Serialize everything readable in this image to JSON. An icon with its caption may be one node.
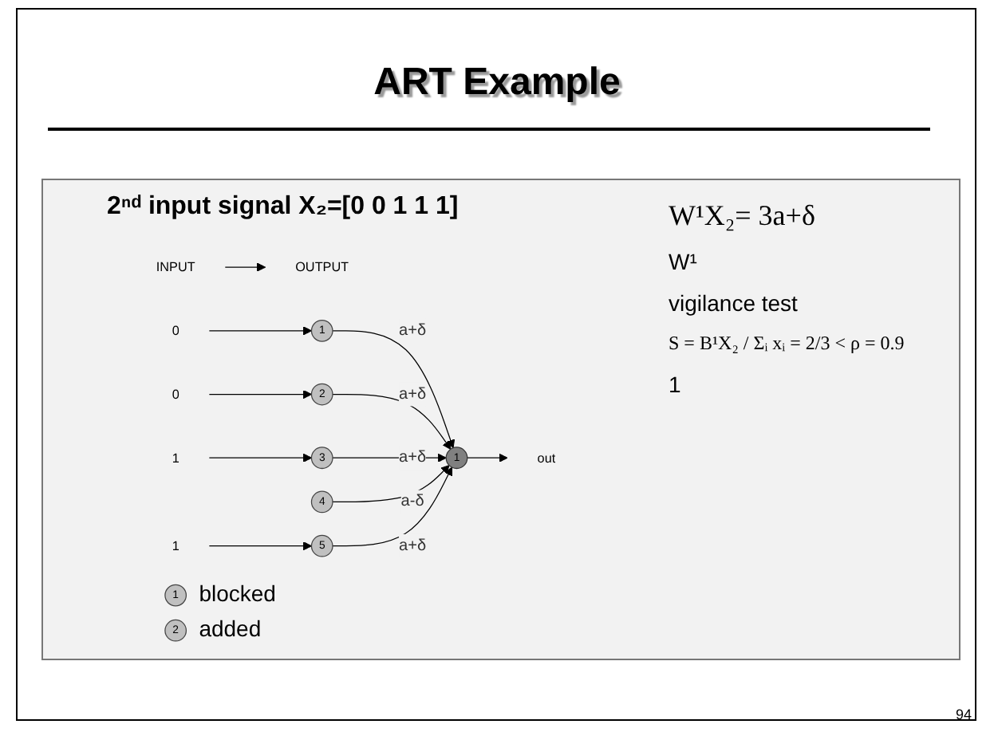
{
  "diagram": {
    "title": "ART Example",
    "nodes": [
      {
        "text": [
          "INPUT"
        ]
      },
      {
        "text": [
          "OUTPUT"
        ]
      },
      {
        "text": [
          "0"
        ]
      },
      {
        "text": [
          "0"
        ]
      },
      {
        "text": [
          "1"
        ]
      },
      {
        "text": [
          "1"
        ]
      },
      {
        "text": [
          "1"
        ]
      },
      {
        "text": [
          "2"
        ]
      },
      {
        "text": [
          "3"
        ]
      },
      {
        "text": [
          "4"
        ]
      },
      {
        "text": [
          "5"
        ]
      },
      {
        "text": [
          "1"
        ]
      },
      {
        "text": [
          "out"
        ]
      },
      {
        "text": [
          "1"
        ],
        "beside": [
          "blocked"
        ]
      },
      {
        "text": [
          "2"
        ],
        "beside": [
          "added"
        ]
      }
    ],
    "edges": [
      {
        "from": 0,
        "to": 1,
        "arrow": "to"
      },
      {
        "from": 2,
        "to": 6,
        "arrow": "to"
      },
      {
        "from": 3,
        "to": 7,
        "arrow": "to"
      },
      {
        "from": 4,
        "to": 8,
        "arrow": "to"
      },
      {
        "from": 5,
        "to": 10,
        "arrow": "to"
      },
      {
        "from": 6,
        "to": 11,
        "arrow": "to",
        "label": "a+δ"
      },
      {
        "from": 7,
        "to": 11,
        "arrow": "to",
        "label": "a+δ"
      },
      {
        "from": 8,
        "to": 11,
        "arrow": "to",
        "label": "a+δ"
      },
      {
        "from": 9,
        "to": 11,
        "arrow": "to",
        "label": "a-δ"
      },
      {
        "from": 10,
        "to": 11,
        "arrow": "to",
        "label": "a+δ"
      },
      {
        "from": 11,
        "to": 12,
        "arrow": "to"
      }
    ],
    "labels": [
      "2ⁿᵈ input signal X₂=[0 0 1 1 1]",
      "W¹X₂= 3a+δ",
      "W¹",
      "vigilance test",
      "S = B¹X₂ / Σᵢ xᵢ = 2/3 < ρ = 0.9",
      "1",
      "94"
    ]
  }
}
